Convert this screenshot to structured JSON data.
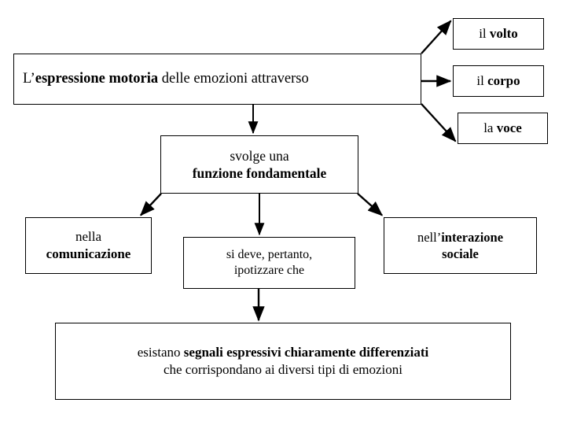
{
  "diagram": {
    "title": "L’espressione motoria delle emozioni",
    "language": "it",
    "background_color": "#ffffff",
    "line_color": "#000000",
    "text_color": "#000000"
  },
  "nodes": {
    "main": {
      "part1_regular": "L’",
      "part2_bold": "espressione motoria",
      "part3_regular": " delle emozioni attraverso"
    },
    "volto": {
      "part1_regular": "il ",
      "part2_bold": "volto"
    },
    "corpo": {
      "part1_regular": "il ",
      "part2_bold": "corpo"
    },
    "voce": {
      "part1_regular": "la ",
      "part2_bold": "voce"
    },
    "funzione": {
      "line1_regular": "svolge una",
      "line2_bold": "funzione fondamentale"
    },
    "comunicazione": {
      "line1_regular": "nella",
      "line2_bold": "comunicazione"
    },
    "ipotizzare": {
      "line1_regular": "si deve, pertanto,",
      "line2_regular": "ipotizzare che"
    },
    "interazione": {
      "part1_regular": "nell’",
      "part2_bold": "interazione",
      "line2_bold": "sociale"
    },
    "segnali": {
      "line1_part1_regular": "esistano ",
      "line1_part2_bold": "segnali espressivi chiaramente differenziati",
      "line2_regular": "che corrispondano ai diversi tipi di emozioni"
    }
  },
  "edges": [
    {
      "name": "main-to-volto",
      "from": "main",
      "to": "volto",
      "style": "diagonal-up-right"
    },
    {
      "name": "main-to-corpo",
      "from": "main",
      "to": "corpo",
      "style": "horizontal-right"
    },
    {
      "name": "main-to-voce",
      "from": "main",
      "to": "voce",
      "style": "diagonal-down-right"
    },
    {
      "name": "main-to-funzione",
      "from": "main",
      "to": "funzione",
      "style": "vertical-down"
    },
    {
      "name": "funzione-to-comunicazione",
      "from": "funzione",
      "to": "comunicazione",
      "style": "diagonal-down-left"
    },
    {
      "name": "funzione-to-ipotizzare",
      "from": "funzione",
      "to": "ipotizzare",
      "style": "vertical-down"
    },
    {
      "name": "funzione-to-interazione",
      "from": "funzione",
      "to": "interazione",
      "style": "diagonal-down-right"
    },
    {
      "name": "ipotizzare-to-segnali",
      "from": "ipotizzare",
      "to": "segnali",
      "style": "vertical-down"
    }
  ]
}
